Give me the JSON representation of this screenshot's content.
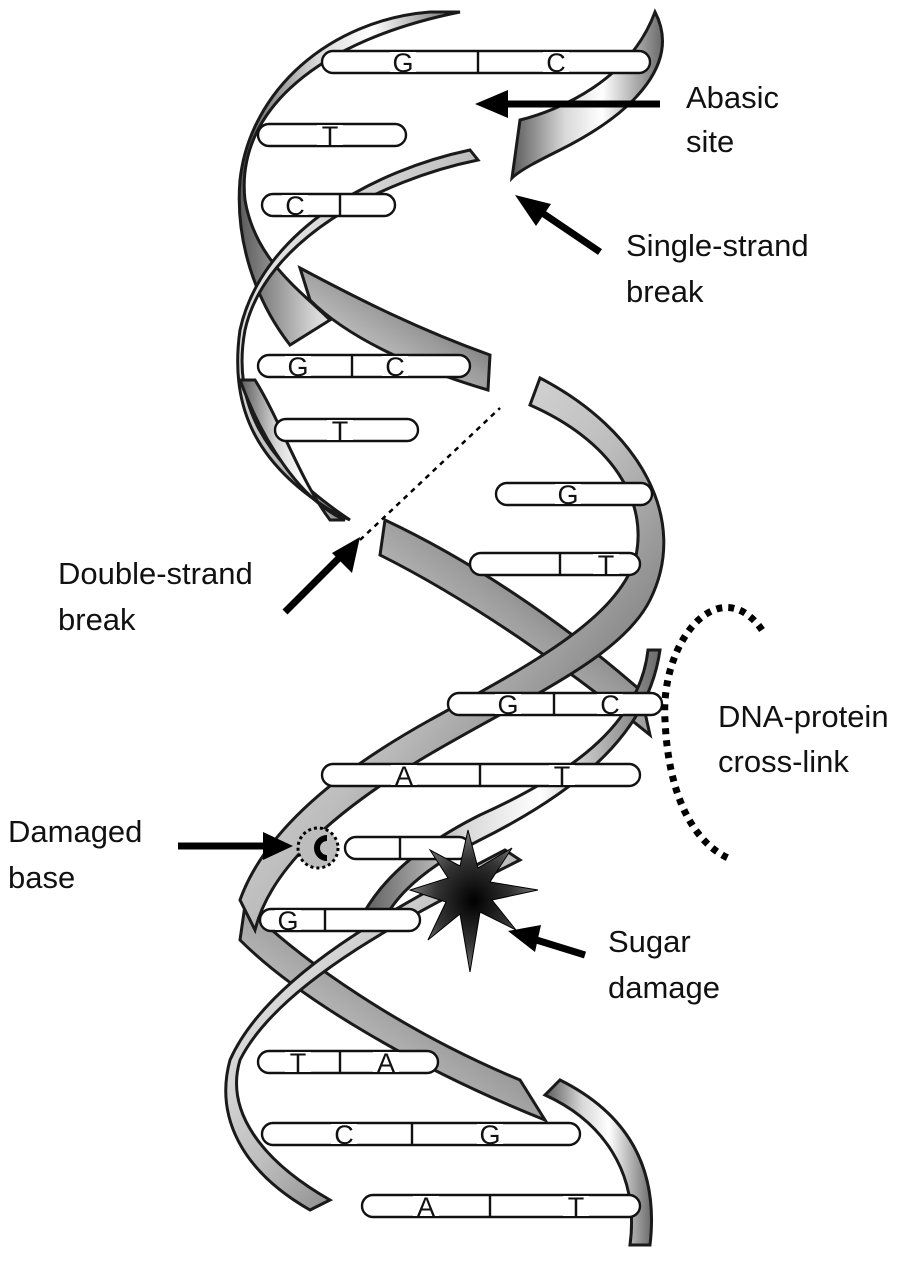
{
  "labels": {
    "abasic": [
      "Abasic",
      "site"
    ],
    "single_strand": [
      "Single-strand",
      "break"
    ],
    "double_strand": [
      "Double-strand",
      "break"
    ],
    "dna_protein": [
      "DNA-protein",
      "cross-link"
    ],
    "damaged_base": [
      "Damaged",
      "base"
    ],
    "sugar_damage": [
      "Sugar",
      "damage"
    ]
  },
  "base_pairs": [
    {
      "left": "G",
      "right": "C"
    },
    {
      "left": "T",
      "right": ""
    },
    {
      "left": "C",
      "right": ""
    },
    {
      "left": "G",
      "right": "C"
    },
    {
      "left": "T",
      "right": ""
    },
    {
      "left": "",
      "right": "G"
    },
    {
      "left": "",
      "right": "T"
    },
    {
      "left": "G",
      "right": "C"
    },
    {
      "left": "A",
      "right": "T"
    },
    {
      "left": "",
      "right": ""
    },
    {
      "left": "G",
      "right": ""
    },
    {
      "left": "T",
      "right": "A"
    },
    {
      "left": "C",
      "right": "G"
    },
    {
      "left": "A",
      "right": "T"
    }
  ],
  "colors": {
    "ink": "#111111",
    "ribbon_light": "#f2f2f2",
    "ribbon_dark": "#4a4a4a"
  },
  "icons": [
    "arrow-icon",
    "starburst-icon",
    "damaged-base-icon",
    "protein-crosslink-icon"
  ]
}
